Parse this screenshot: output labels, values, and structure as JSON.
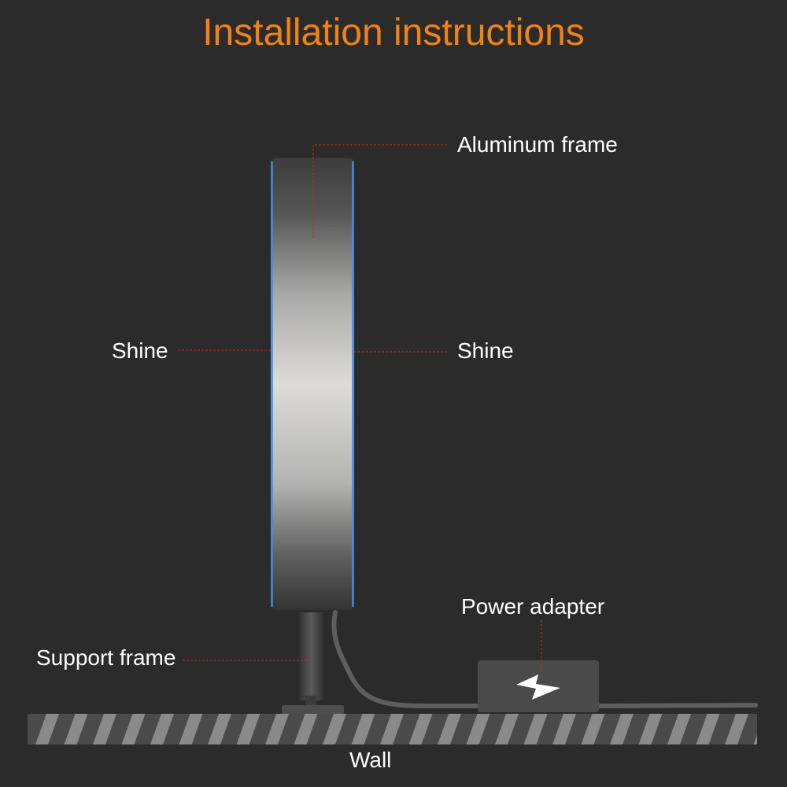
{
  "title": "Installation instructions",
  "labels": {
    "aluminum_frame": "Aluminum frame",
    "shine_left": "Shine",
    "shine_right": "Shine",
    "power_adapter": "Power adapter",
    "support_frame": "Support frame",
    "wall": "Wall"
  },
  "colors": {
    "background": "#2b2b2b",
    "title": "#f08216",
    "leader_line": "#c62828",
    "edge_glow": "#3a8eea",
    "wall_stripe": "#8a8a8a"
  },
  "icons": {
    "adapter": "lightning-bolt-icon"
  }
}
